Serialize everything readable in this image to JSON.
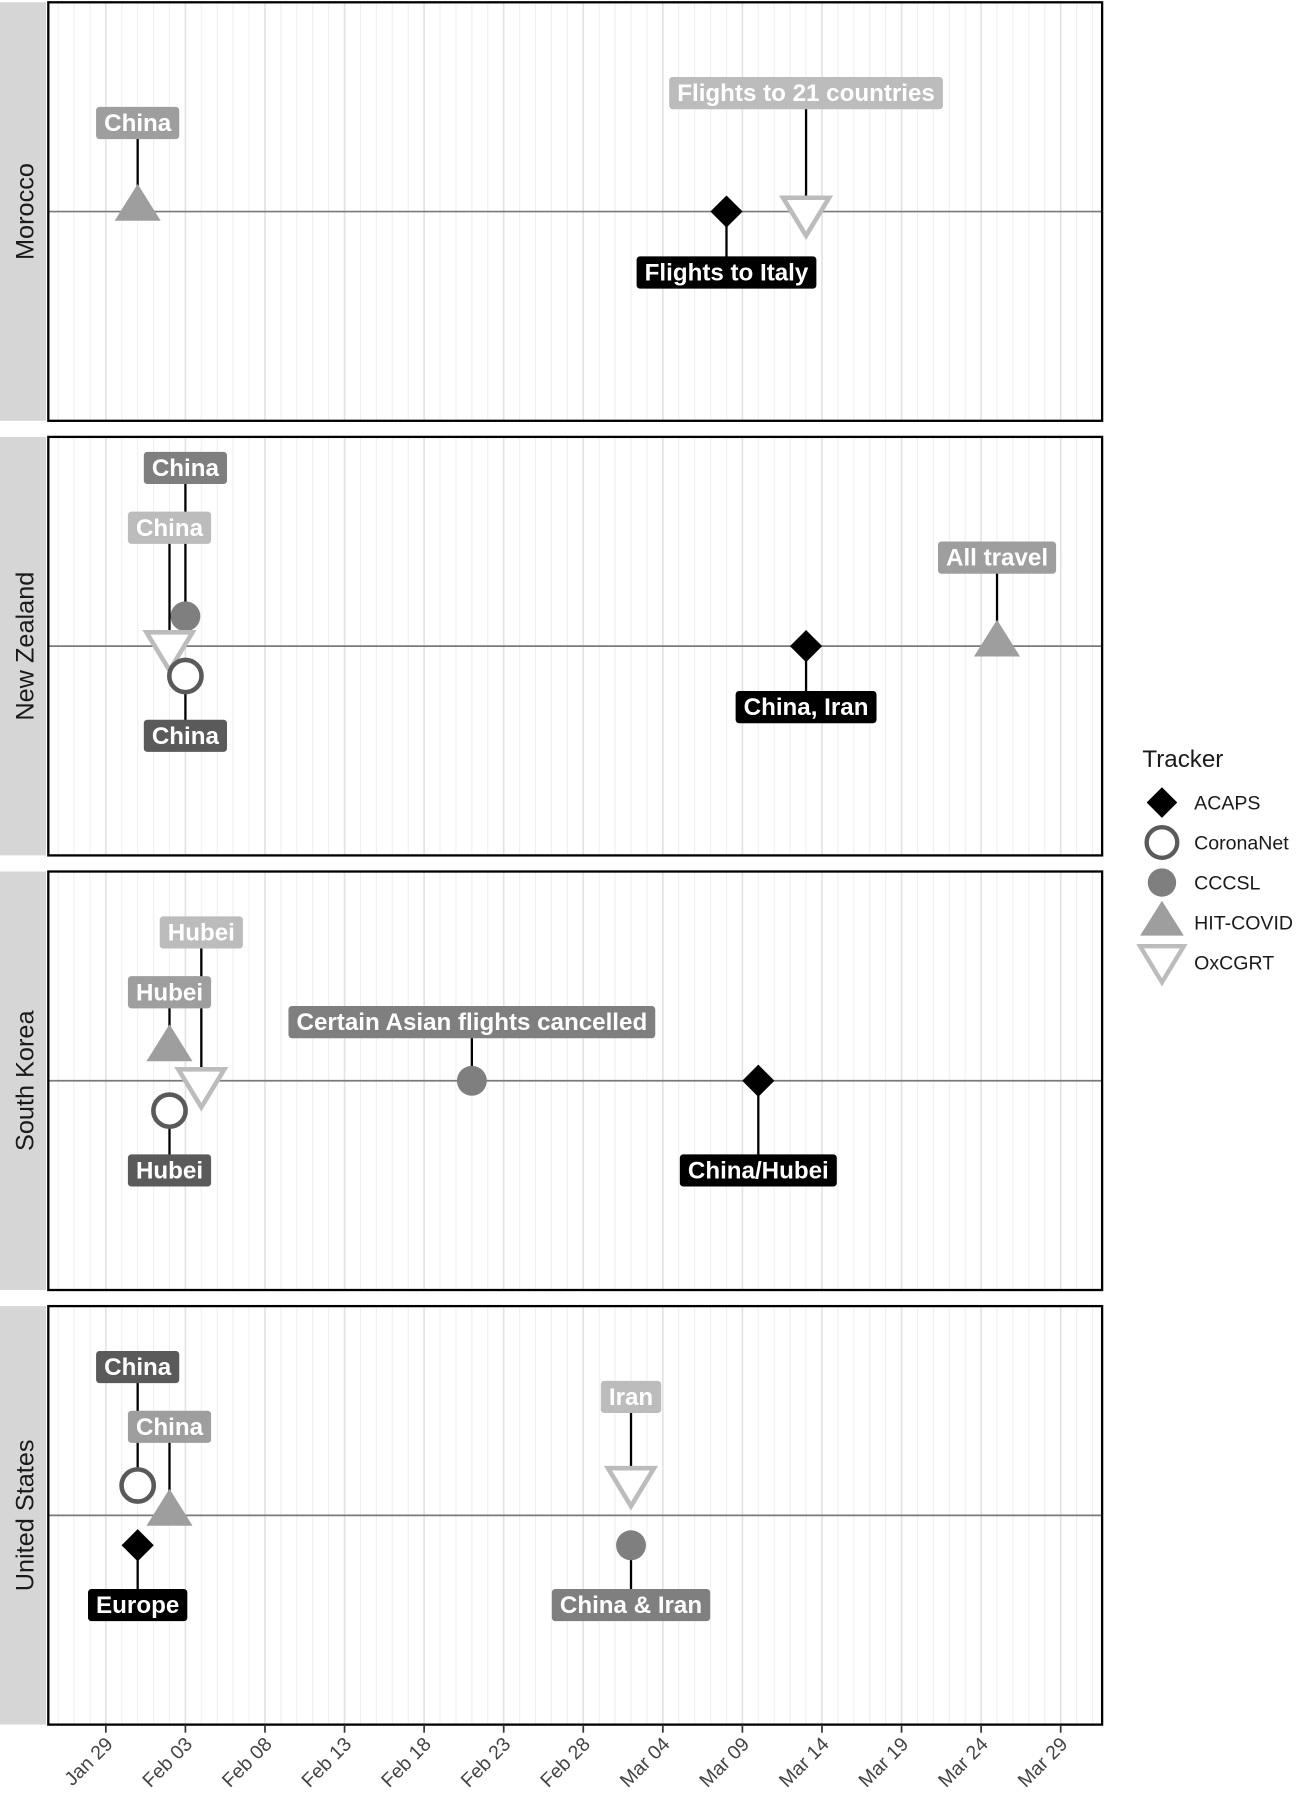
{
  "chart_data": {
    "type": "scatter",
    "title": "",
    "xlabel": "",
    "ylabel": "",
    "x_type": "date",
    "xlim": [
      "2020-01-25",
      "2020-03-31"
    ],
    "x_ticks": [
      "Jan 29",
      "Feb 03",
      "Feb 08",
      "Feb 13",
      "Feb 18",
      "Feb 23",
      "Feb 28",
      "Mar 04",
      "Mar 09",
      "Mar 14",
      "Mar 19",
      "Mar 24",
      "Mar 29"
    ],
    "grid": true,
    "legend": {
      "title": "Tracker",
      "position": "right",
      "entries": [
        {
          "name": "ACAPS",
          "shape": "filled-diamond",
          "color": "#000000"
        },
        {
          "name": "CoronaNet",
          "shape": "open-circle",
          "color": "#5a5a5a"
        },
        {
          "name": "CCCSL",
          "shape": "filled-circle",
          "color": "#7f7f7f"
        },
        {
          "name": "HIT-COVID",
          "shape": "filled-triangle-up",
          "color": "#9e9e9e"
        },
        {
          "name": "OxCGRT",
          "shape": "open-triangle-down",
          "color": "#bcbcbc"
        }
      ]
    },
    "panels": [
      {
        "country": "Morocco",
        "events": [
          {
            "date": "2020-01-31",
            "tracker": "HIT-COVID",
            "label": "China"
          },
          {
            "date": "2020-03-08",
            "tracker": "ACAPS",
            "label": "Flights to Italy"
          },
          {
            "date": "2020-03-13",
            "tracker": "OxCGRT",
            "label": "Flights to 21 countries"
          }
        ]
      },
      {
        "country": "New Zealand",
        "events": [
          {
            "date": "2020-02-03",
            "tracker": "CCCSL",
            "label": "China"
          },
          {
            "date": "2020-02-02",
            "tracker": "OxCGRT",
            "label": "China"
          },
          {
            "date": "2020-02-03",
            "tracker": "CoronaNet",
            "label": "China"
          },
          {
            "date": "2020-03-13",
            "tracker": "ACAPS",
            "label": "China, Iran"
          },
          {
            "date": "2020-03-25",
            "tracker": "HIT-COVID",
            "label": "All travel"
          }
        ]
      },
      {
        "country": "South Korea",
        "events": [
          {
            "date": "2020-02-02",
            "tracker": "HIT-COVID",
            "label": "Hubei"
          },
          {
            "date": "2020-02-04",
            "tracker": "OxCGRT",
            "label": "Hubei"
          },
          {
            "date": "2020-02-02",
            "tracker": "CoronaNet",
            "label": "Hubei"
          },
          {
            "date": "2020-02-21",
            "tracker": "CCCSL",
            "label": "Certain Asian flights cancelled"
          },
          {
            "date": "2020-03-10",
            "tracker": "ACAPS",
            "label": "China/Hubei"
          }
        ]
      },
      {
        "country": "United States",
        "events": [
          {
            "date": "2020-01-31",
            "tracker": "CoronaNet",
            "label": "China"
          },
          {
            "date": "2020-02-02",
            "tracker": "HIT-COVID",
            "label": "China"
          },
          {
            "date": "2020-01-31",
            "tracker": "ACAPS",
            "label": "Europe"
          },
          {
            "date": "2020-03-02",
            "tracker": "OxCGRT",
            "label": "Iran"
          },
          {
            "date": "2020-03-02",
            "tracker": "CCCSL",
            "label": "China & Iran"
          }
        ]
      }
    ]
  }
}
